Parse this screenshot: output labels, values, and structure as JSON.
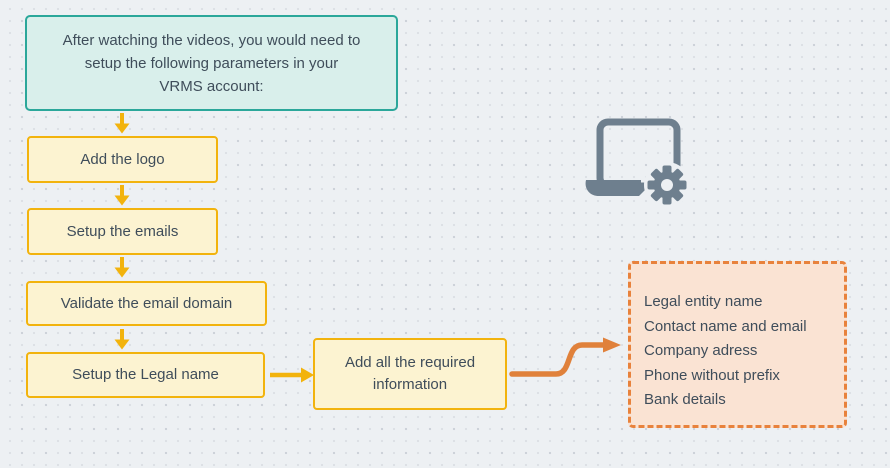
{
  "flowchart": {
    "intro": {
      "lines": [
        "After watching the videos, you would need to",
        "setup the following parameters in your",
        "VRMS account:"
      ]
    },
    "steps": [
      {
        "label": "Add the logo"
      },
      {
        "label": "Setup the emails"
      },
      {
        "label": "Validate the email domain"
      },
      {
        "label": "Setup the Legal name"
      },
      {
        "label": "Add all the required information"
      }
    ],
    "details": {
      "items": [
        "Legal entity name",
        "Contact name and email",
        "Company adress",
        "Phone without prefix",
        "Bank details"
      ]
    },
    "icons": {
      "laptop_gear": "laptop-with-settings-gear-icon"
    },
    "colors": {
      "teal_border": "#2BA79A",
      "teal_fill": "#D9EFEB",
      "yellow_border": "#F2B30D",
      "yellow_fill": "#FCF3D1",
      "orange_arrow": "#E0813B",
      "peach_border": "#E8823C",
      "peach_fill": "#FAE3D3",
      "text": "#3F4D5A",
      "icon_gray": "#6E7F8E",
      "background": "#EDF0F3"
    }
  }
}
